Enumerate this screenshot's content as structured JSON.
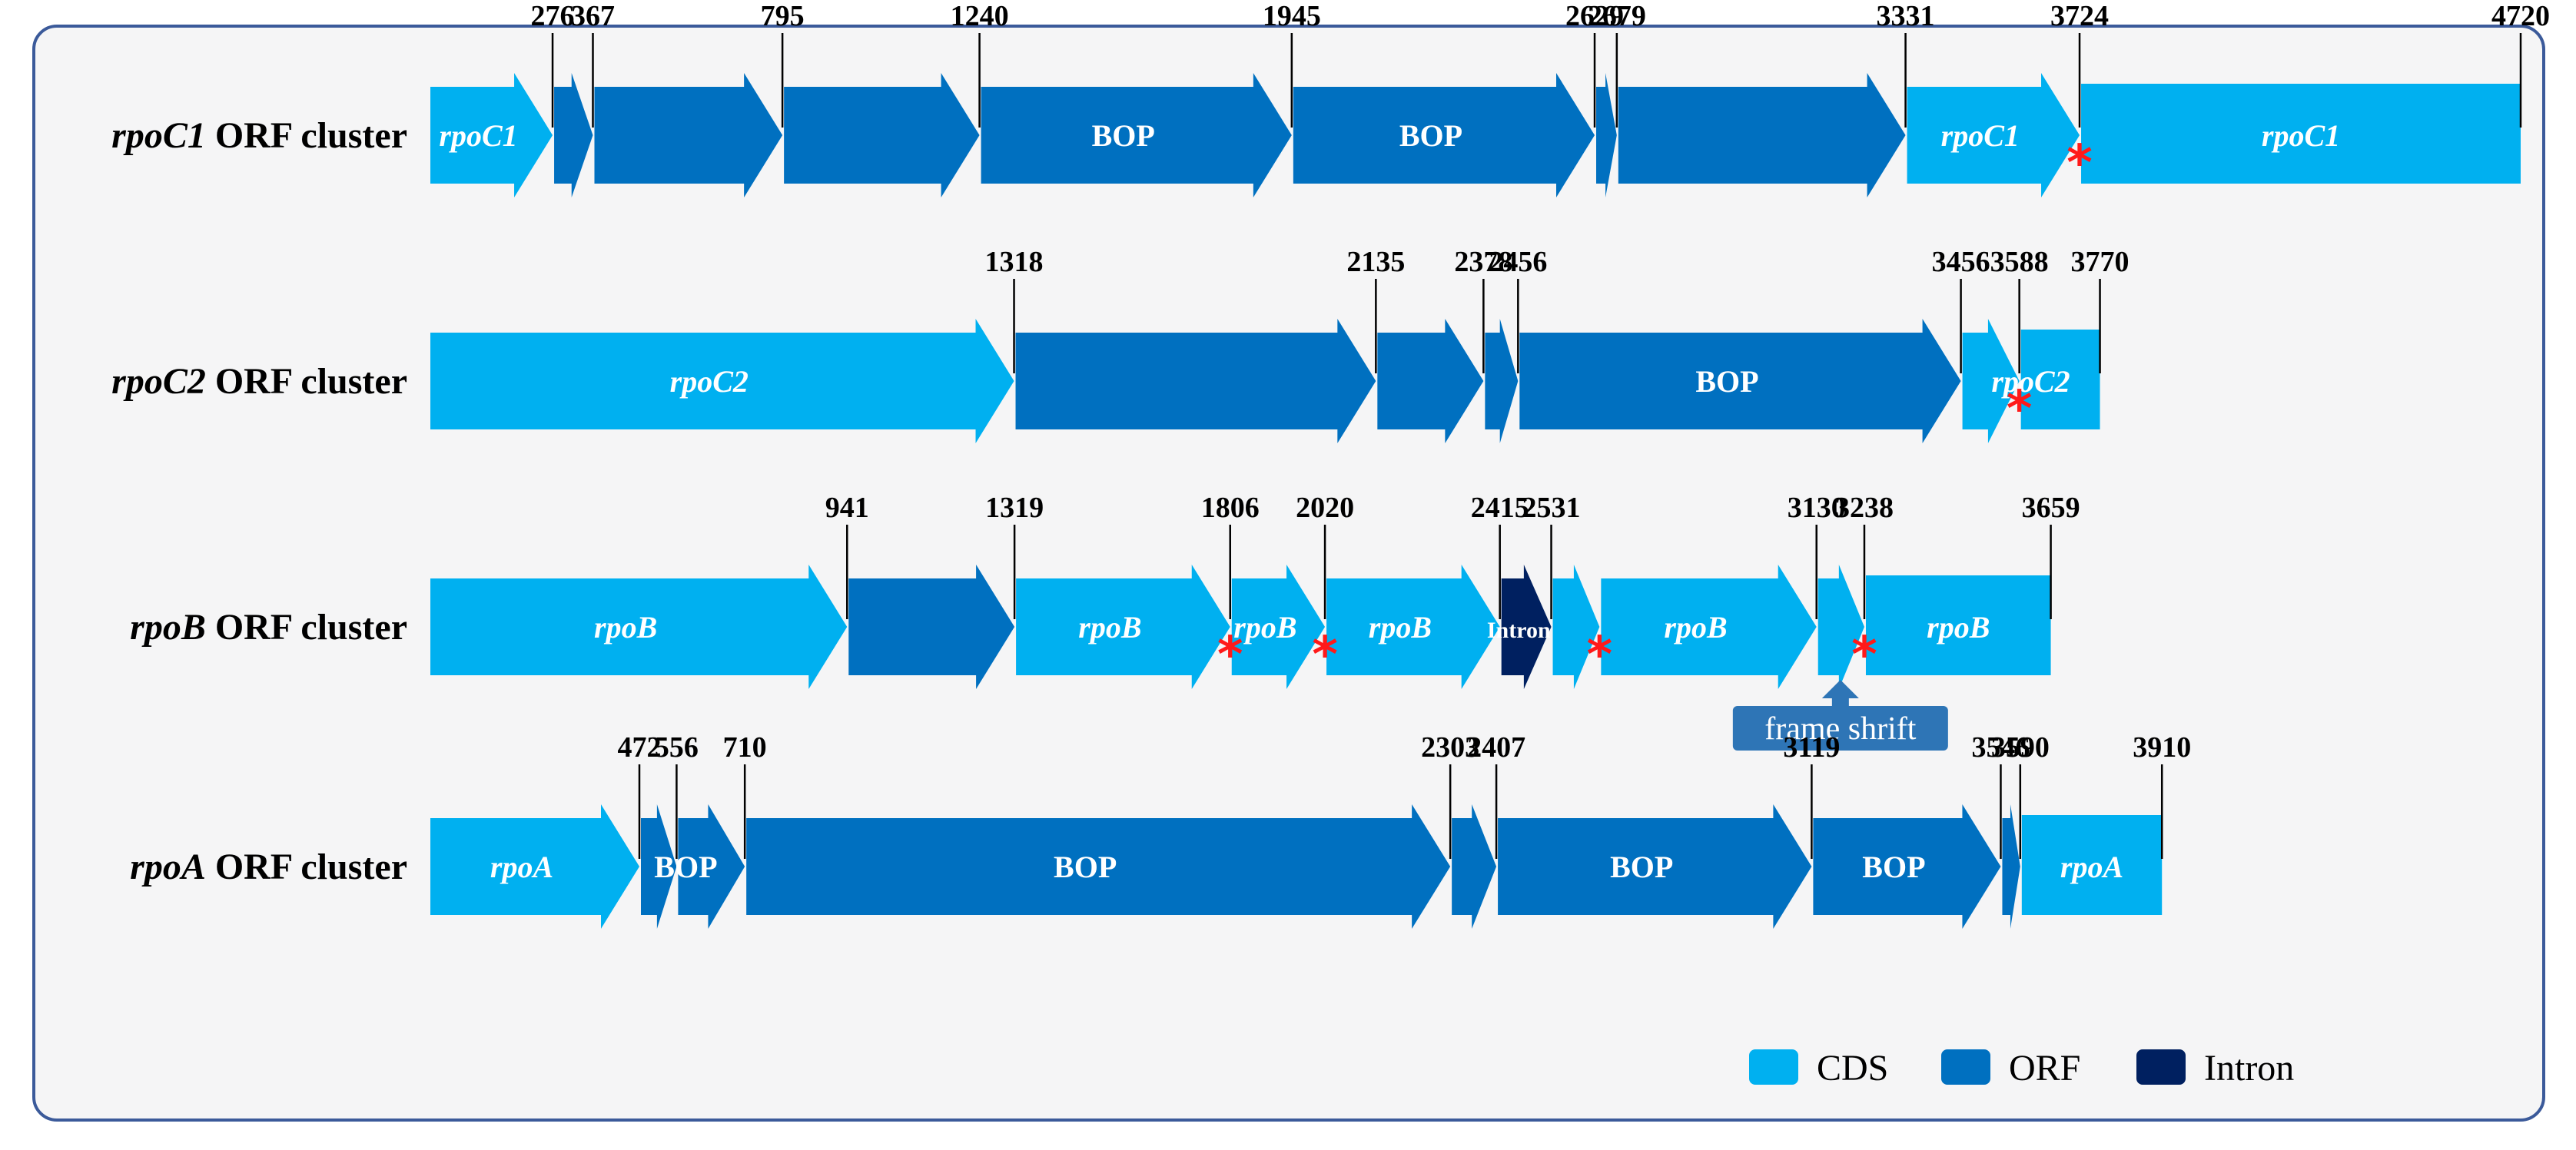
{
  "colors": {
    "CDS": "#00b0f0",
    "ORF": "#0070c0",
    "Intron": "#002060",
    "frame_shift": "#2e75b6"
  },
  "legend": [
    {
      "label": "CDS",
      "kind": "CDS"
    },
    {
      "label": "ORF",
      "kind": "ORF"
    },
    {
      "label": "Intron",
      "kind": "Intron"
    }
  ],
  "frame_shift_label": "frame shrift",
  "rows": [
    {
      "gene": "rpoC1",
      "suffix": " ORF cluster",
      "end": 4720,
      "positions": [
        "276",
        "367",
        "795",
        "1240",
        "1945",
        "2629",
        "2679",
        "3331",
        "3724",
        "4720"
      ],
      "segments": [
        {
          "start": 0,
          "end": 276,
          "kind": "CDS",
          "label": "rpoC1",
          "italic": true,
          "arrow": true
        },
        {
          "start": 276,
          "end": 367,
          "kind": "ORF",
          "label": "",
          "arrow": true
        },
        {
          "start": 367,
          "end": 795,
          "kind": "ORF",
          "label": "",
          "arrow": true
        },
        {
          "start": 795,
          "end": 1240,
          "kind": "ORF",
          "label": "",
          "arrow": true
        },
        {
          "start": 1240,
          "end": 1945,
          "kind": "ORF",
          "label": "BOP",
          "italic": false,
          "arrow": true
        },
        {
          "start": 1945,
          "end": 2629,
          "kind": "ORF",
          "label": "BOP",
          "italic": false,
          "arrow": true
        },
        {
          "start": 2629,
          "end": 2679,
          "kind": "ORF",
          "label": "",
          "arrow": true
        },
        {
          "start": 2679,
          "end": 3331,
          "kind": "ORF",
          "label": "",
          "arrow": true
        },
        {
          "start": 3331,
          "end": 3724,
          "kind": "CDS",
          "label": "rpoC1",
          "italic": true,
          "arrow": true
        },
        {
          "start": 3724,
          "end": 4720,
          "kind": "CDS",
          "label": "rpoC1",
          "italic": true,
          "arrow": false
        }
      ],
      "stars": [
        3724
      ]
    },
    {
      "gene": "rpoC2",
      "suffix": " ORF cluster",
      "end": 3770,
      "positions": [
        "1318",
        "2135",
        "2378",
        "2456",
        "3456",
        "3588",
        "3770"
      ],
      "segments": [
        {
          "start": 0,
          "end": 1318,
          "kind": "CDS",
          "label": "rpoC2",
          "italic": true,
          "arrow": true
        },
        {
          "start": 1318,
          "end": 2135,
          "kind": "ORF",
          "label": "",
          "arrow": true
        },
        {
          "start": 2135,
          "end": 2378,
          "kind": "ORF",
          "label": "",
          "arrow": true
        },
        {
          "start": 2378,
          "end": 2456,
          "kind": "ORF",
          "label": "",
          "arrow": true
        },
        {
          "start": 2456,
          "end": 3456,
          "kind": "ORF",
          "label": "BOP",
          "italic": false,
          "arrow": true
        },
        {
          "start": 3456,
          "end": 3588,
          "kind": "CDS",
          "label": "",
          "arrow": true
        },
        {
          "start": 3588,
          "end": 3770,
          "kind": "CDS",
          "label": "",
          "arrow": false
        }
      ],
      "overlay_label": {
        "text": "rpoC2",
        "at": 3593
      },
      "stars": [
        3588
      ]
    },
    {
      "gene": "rpoB",
      "suffix": " ORF cluster",
      "end": 3659,
      "positions": [
        "941",
        "1319",
        "1806",
        "2020",
        "2415",
        "2531",
        "3130",
        "3238",
        "3659"
      ],
      "segments": [
        {
          "start": 0,
          "end": 941,
          "kind": "CDS",
          "label": "rpoB",
          "italic": true,
          "arrow": true
        },
        {
          "start": 941,
          "end": 1319,
          "kind": "ORF",
          "label": "",
          "arrow": true
        },
        {
          "start": 1319,
          "end": 1806,
          "kind": "CDS",
          "label": "rpoB",
          "italic": true,
          "arrow": true
        },
        {
          "start": 1806,
          "end": 2020,
          "kind": "CDS",
          "label": "rpoB",
          "italic": true,
          "arrow": true
        },
        {
          "start": 2020,
          "end": 2415,
          "kind": "CDS",
          "label": "rpoB",
          "italic": true,
          "arrow": true
        },
        {
          "start": 2415,
          "end": 2531,
          "kind": "Intron",
          "label": "Intron",
          "italic": false,
          "small": true,
          "arrow": true
        },
        {
          "start": 2531,
          "end": 2640,
          "kind": "CDS",
          "label": "",
          "arrow": true
        },
        {
          "start": 2640,
          "end": 3130,
          "kind": "CDS",
          "label": "rpoB",
          "italic": true,
          "arrow": true
        },
        {
          "start": 3130,
          "end": 3238,
          "kind": "CDS",
          "label": "",
          "arrow": true
        },
        {
          "start": 3238,
          "end": 3659,
          "kind": "CDS",
          "label": "rpoB",
          "italic": true,
          "arrow": false
        }
      ],
      "stars": [
        1806,
        2020,
        2640,
        3238
      ],
      "frame_shift_at": 3184
    },
    {
      "gene": "rpoA",
      "suffix": " ORF cluster",
      "end": 3910,
      "positions": [
        "472",
        "556",
        "710",
        "2303",
        "2407",
        "3119",
        "3546",
        "3590",
        "3910"
      ],
      "segments": [
        {
          "start": 0,
          "end": 472,
          "kind": "CDS",
          "label": "rpoA",
          "italic": true,
          "arrow": true
        },
        {
          "start": 472,
          "end": 556,
          "kind": "ORF",
          "label": "",
          "arrow": true
        },
        {
          "start": 556,
          "end": 710,
          "kind": "ORF",
          "label": "",
          "arrow": true
        },
        {
          "start": 710,
          "end": 2303,
          "kind": "ORF",
          "label": "BOP",
          "italic": false,
          "arrow": true
        },
        {
          "start": 2303,
          "end": 2407,
          "kind": "ORF",
          "label": "",
          "arrow": true
        },
        {
          "start": 2407,
          "end": 3119,
          "kind": "ORF",
          "label": "BOP",
          "italic": false,
          "arrow": true
        },
        {
          "start": 3119,
          "end": 3546,
          "kind": "ORF",
          "label": "BOP",
          "italic": false,
          "arrow": true
        },
        {
          "start": 3546,
          "end": 3590,
          "kind": "ORF",
          "label": "",
          "arrow": true
        },
        {
          "start": 3590,
          "end": 3910,
          "kind": "CDS",
          "label": "rpoA",
          "italic": true,
          "arrow": false
        }
      ],
      "overlay_label": {
        "text": "BOP",
        "at": 556
      },
      "stars": []
    }
  ]
}
